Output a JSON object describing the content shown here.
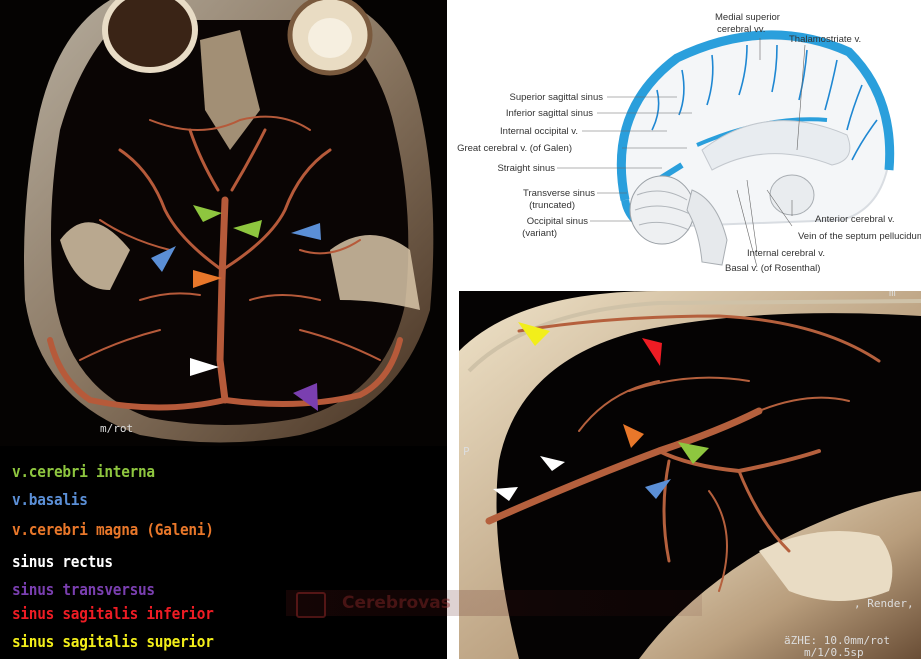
{
  "diagram": {
    "labels_left": [
      "Superior sagittal sinus",
      "Inferior sagittal sinus",
      "Internal occipital v.",
      "Great cerebral v. (of Galen)",
      "Straight sinus",
      "Transverse sinus",
      "(truncated)",
      "Occipital sinus",
      "(variant)"
    ],
    "labels_top": [
      "Medial superior",
      "cerebral vv.",
      "Thalamostriate v."
    ],
    "labels_right": [
      "Anterior cerebral v.",
      "Vein of the septum pellucidum",
      "Internal cerebral v.",
      "Basal v. (of Rosenthal)"
    ]
  },
  "legend": [
    {
      "text": "v.cerebri interna",
      "color": "#8ec63f"
    },
    {
      "text": "v.basalis",
      "color": "#5b8fd6"
    },
    {
      "text": "v.cerebri magna (Galeni)",
      "color": "#e8772a"
    },
    {
      "text": "sinus rectus",
      "color": "#ffffff"
    },
    {
      "text": "sinus transversus",
      "color": "#7a3fb0"
    },
    {
      "text": "sinus sagitalis inferior",
      "color": "#ee1c24"
    },
    {
      "text": "sinus sagitalis superior",
      "color": "#f2ee1a"
    }
  ],
  "watermark": "Cerebrovas",
  "axial_overlay": "m/rot",
  "sagittal_overlay": {
    "top_right": "m",
    "p_marker": "P",
    "line1": ", Render,",
    "line2": "äZHE: 10.0mm/rot",
    "line3": "m/1/0.5sp"
  }
}
